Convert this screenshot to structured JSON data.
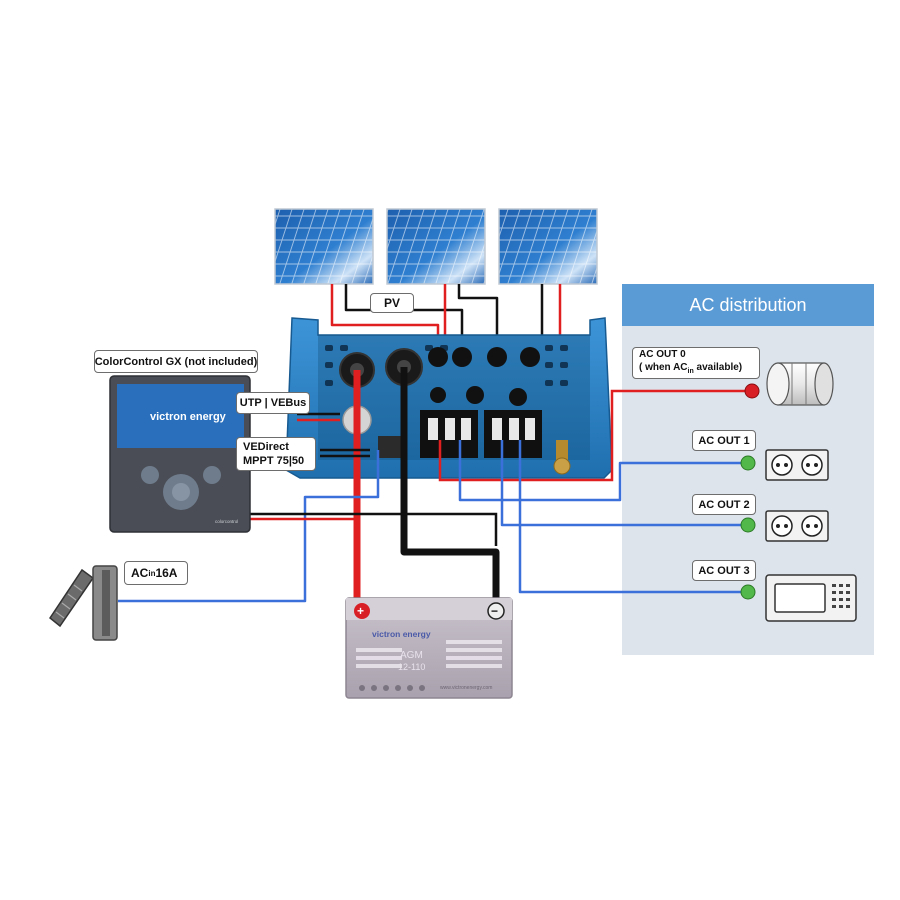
{
  "labels": {
    "pv": "PV",
    "colorcontrol": "ColorControl GX (not included)",
    "utp": "UTP | VEBus",
    "vedirect_1": "VEDirect",
    "vedirect_2": "MPPT 75|50",
    "acin_main": "AC",
    "acin_sub": "in",
    "acin_rating": " 16A",
    "ac_distribution": "AC distribution",
    "ac_out0_1": "AC  OUT 0",
    "ac_out0_2a": "( when AC",
    "ac_out0_2sub": "in",
    "ac_out0_2b": " available)",
    "ac_out1": "AC OUT 1",
    "ac_out2": "AC OUT 2",
    "ac_out3": "AC OUT 3"
  },
  "device_text": {
    "gx_brand": "victron energy",
    "gx_small": "colorcontrol",
    "battery_brand": "victron energy",
    "battery_model_1": "AGM",
    "battery_model_2": "12-110",
    "battery_url": "www.victronenergy.com",
    "battery_plus": "+",
    "battery_minus": "−"
  },
  "colors": {
    "positive_wire": "#e02020",
    "negative_wire": "#111111",
    "ac_wire": "#3b6fd9",
    "inverter_blue": "#2f86c9",
    "ac_panel_bg": "#dde4ec",
    "ac_header": "#5b9bd5",
    "green_terminal": "#52b84a",
    "red_terminal": "#d81f26"
  },
  "icons": [
    "solar-panel-icon",
    "cable-drum-icon",
    "wall-socket-icon",
    "microwave-icon",
    "shore-power-plug-icon",
    "battery-icon",
    "inverter-charger-icon",
    "gx-display-icon"
  ]
}
